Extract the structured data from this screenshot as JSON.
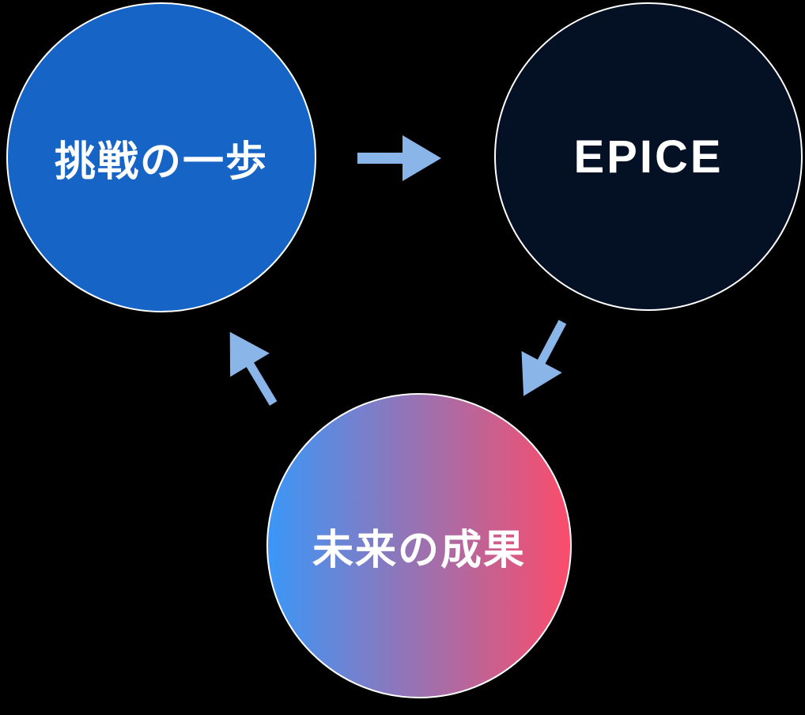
{
  "diagram": {
    "colors": {
      "background": "#000000",
      "arrow": "#8AB5E9",
      "node_challenge_fill": "#1564C6",
      "node_epice_fill": "#041124",
      "node_future_fill_start": "#3B97F8",
      "node_future_fill_end": "#FB4C6A",
      "node_border": "#FFFFFF",
      "label_color": "#FFFFFF"
    },
    "nodes": [
      {
        "id": "challenge",
        "label": "挑戦の一歩"
      },
      {
        "id": "epice",
        "label": "EPICE"
      },
      {
        "id": "future",
        "label": "未来の成果"
      }
    ],
    "arrows": [
      {
        "from": "challenge",
        "to": "epice",
        "direction": "right"
      },
      {
        "from": "epice",
        "to": "future",
        "direction": "down-left"
      },
      {
        "from": "future",
        "to": "challenge",
        "direction": "up-left"
      }
    ]
  }
}
